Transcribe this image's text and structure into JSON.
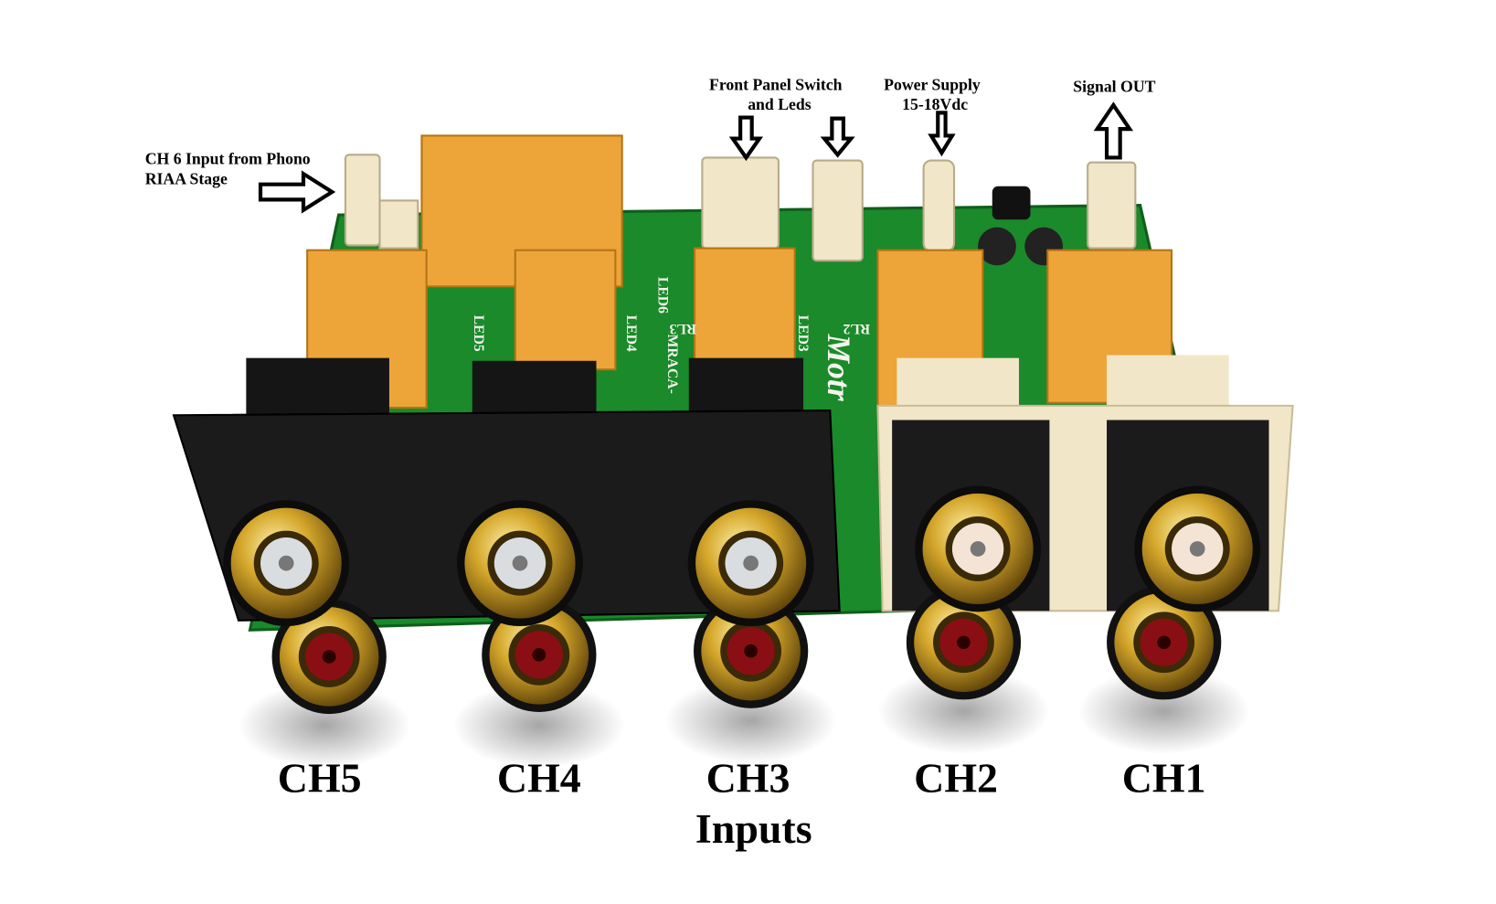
{
  "annotations": {
    "ch6_input_line1": "CH 6 Input from Phono",
    "ch6_input_line2": "RIAA Stage",
    "front_panel_line1": "Front Panel Switch",
    "front_panel_line2": "and Leds",
    "power_supply_line1": "Power Supply",
    "power_supply_line2": "15-18Vdc",
    "signal_out": "Signal OUT"
  },
  "channels": [
    "CH5",
    "CH4",
    "CH3",
    "CH2",
    "CH1"
  ],
  "inputs_label": "Inputs",
  "silkscreen": {
    "led3": "LED3",
    "led4": "LED4",
    "led5": "LED5",
    "led6": "LED6",
    "board": "MRACA-",
    "brand": "Motr",
    "rl2": "RL2",
    "rl3": "RL3"
  },
  "colors": {
    "pcb": "#1a8a2a",
    "relay": "#eda53a",
    "connector": "#f1e6c8",
    "gold": "#c9a227",
    "jack_red": "#8a0f14"
  }
}
